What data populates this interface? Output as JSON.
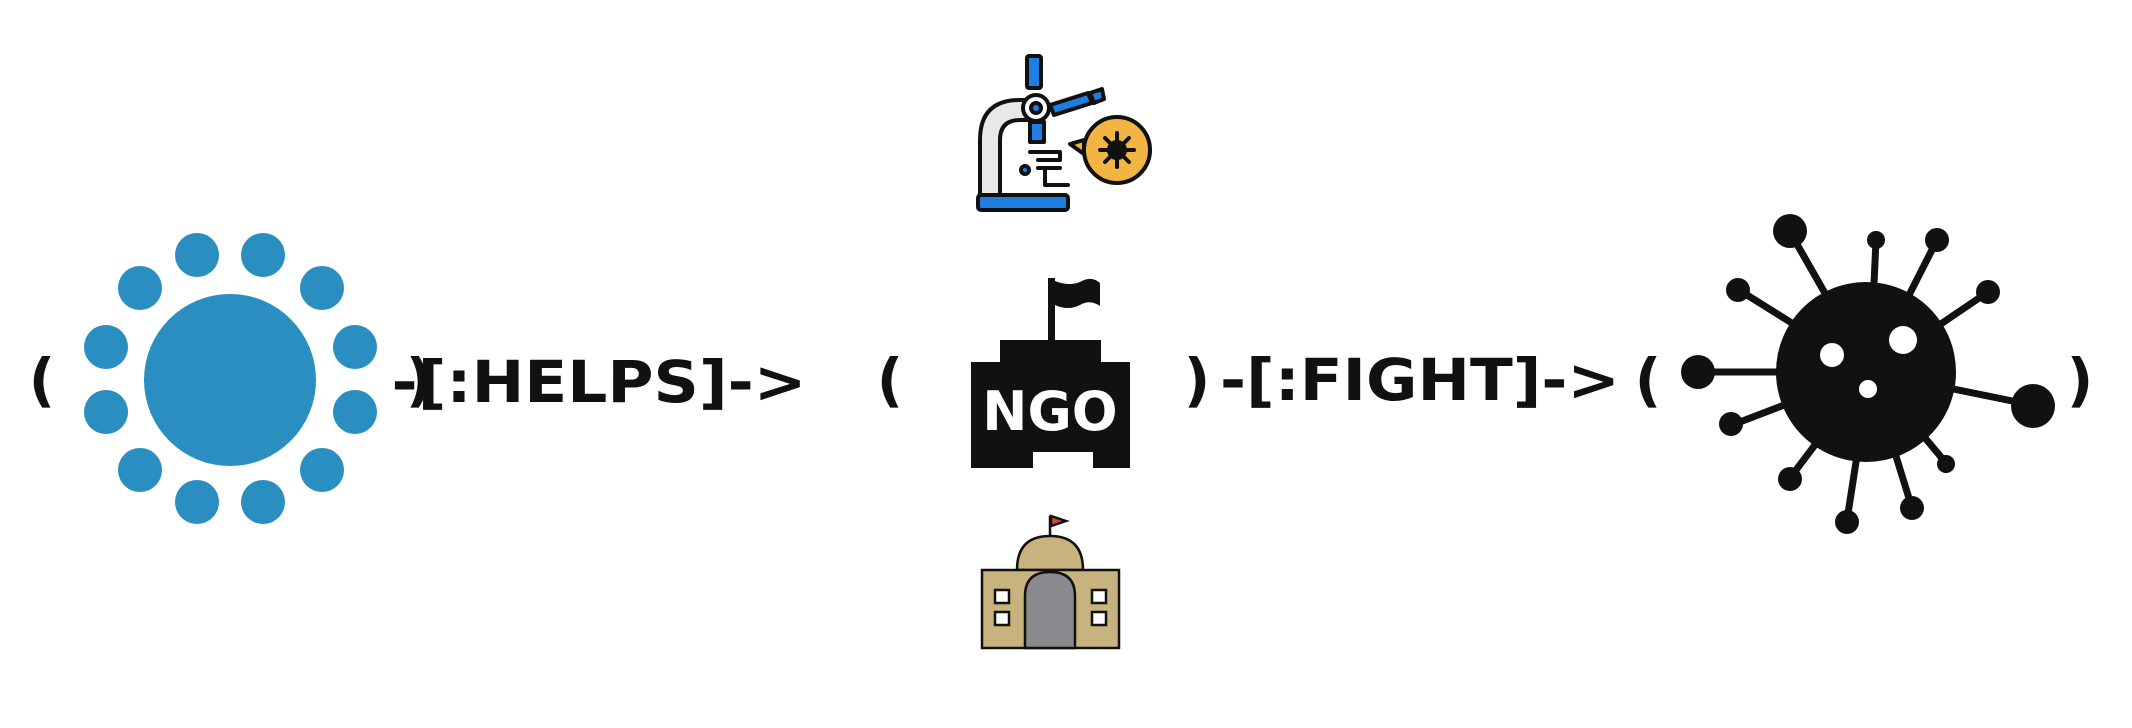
{
  "graph": {
    "left_paren": "(",
    "right_paren": ")",
    "relation1": {
      "label": "-[:HELPS]->"
    },
    "relation2": {
      "label": "-[:FIGHT]->"
    },
    "ngo_label": "NGO"
  },
  "colors": {
    "people_blue": "#2b8ec0",
    "ink": "#111111",
    "microscope_blue": "#1f7fe0",
    "virus_badge": "#f2b544",
    "building_tan": "#c8b27e",
    "door_gray": "#8a8a8e",
    "flag_red": "#d9432f"
  },
  "icons": {
    "community": "community-icon",
    "microscope": "microscope-icon",
    "ngo": "ngo-building-icon",
    "government": "government-building-icon",
    "virus": "virus-icon"
  }
}
